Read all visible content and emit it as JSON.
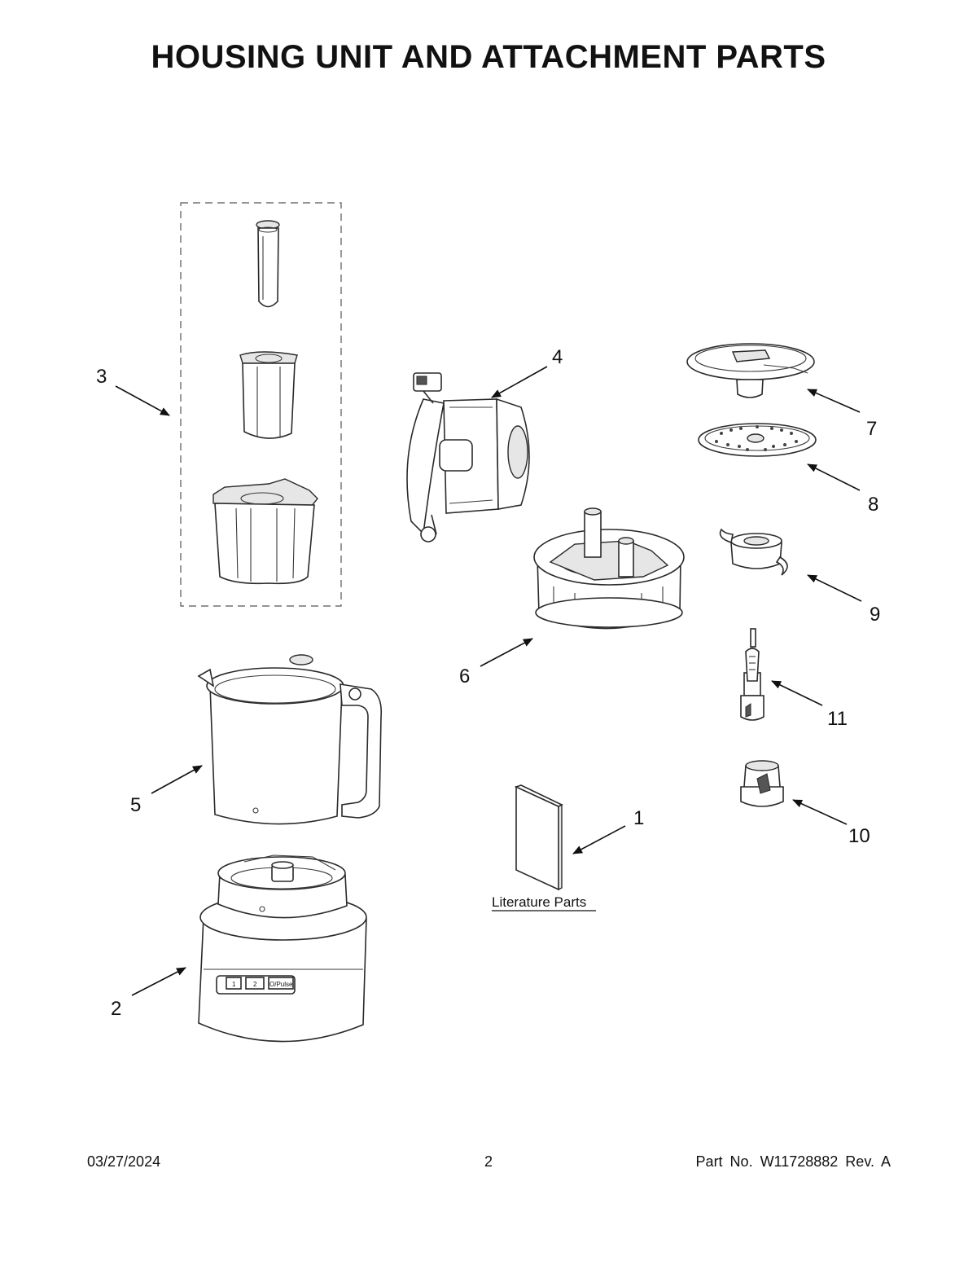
{
  "title": "HOUSING UNIT AND ATTACHMENT PARTS",
  "callouts": {
    "c1": "1",
    "c2": "2",
    "c3": "3",
    "c4": "4",
    "c5": "5",
    "c6": "6",
    "c7": "7",
    "c8": "8",
    "c9": "9",
    "c10": "10",
    "c11": "11"
  },
  "literature_label": "Literature Parts",
  "base_buttons": {
    "b1": "1",
    "b2": "2",
    "b3": "O/Pulse"
  },
  "footer": {
    "date": "03/27/2024",
    "page": "2",
    "part_no": "Part No.  W11728882  Rev.  A"
  }
}
